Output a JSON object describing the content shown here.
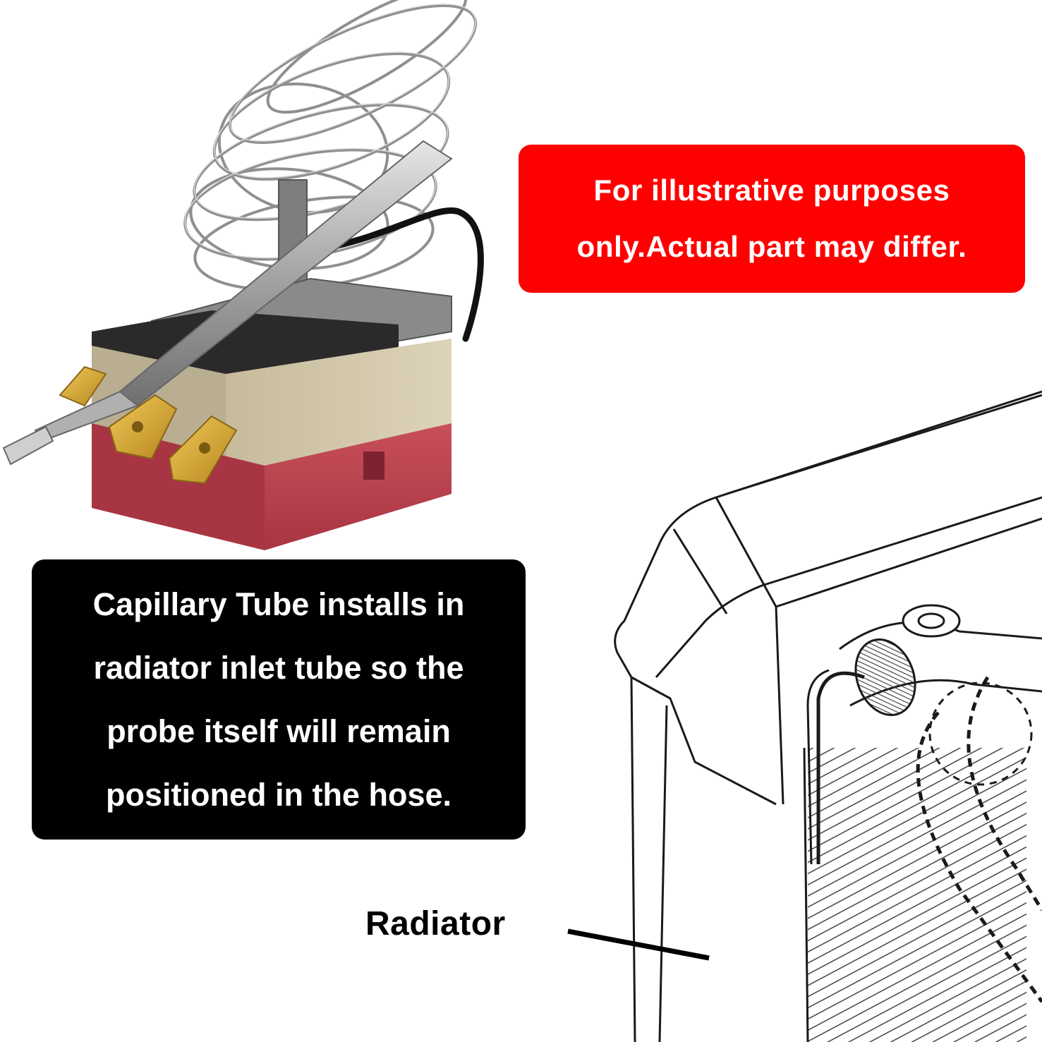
{
  "notice": {
    "line1": "For illustrative purposes",
    "line2": "only.Actual part may differ."
  },
  "description": {
    "line1": "Capillary Tube installs in",
    "line2": "radiator inlet tube so the",
    "line3": "probe itself will remain",
    "line4": "positioned in the hose."
  },
  "diagram": {
    "label": "Radiator"
  },
  "colors": {
    "notice_bg": "#ff0000",
    "description_bg": "#000000",
    "thermostat_base": "#c2404e",
    "thermostat_body": "#cfc3a6",
    "terminal_brass": "#d4a637",
    "probe_metal": "#a8a8a8"
  }
}
